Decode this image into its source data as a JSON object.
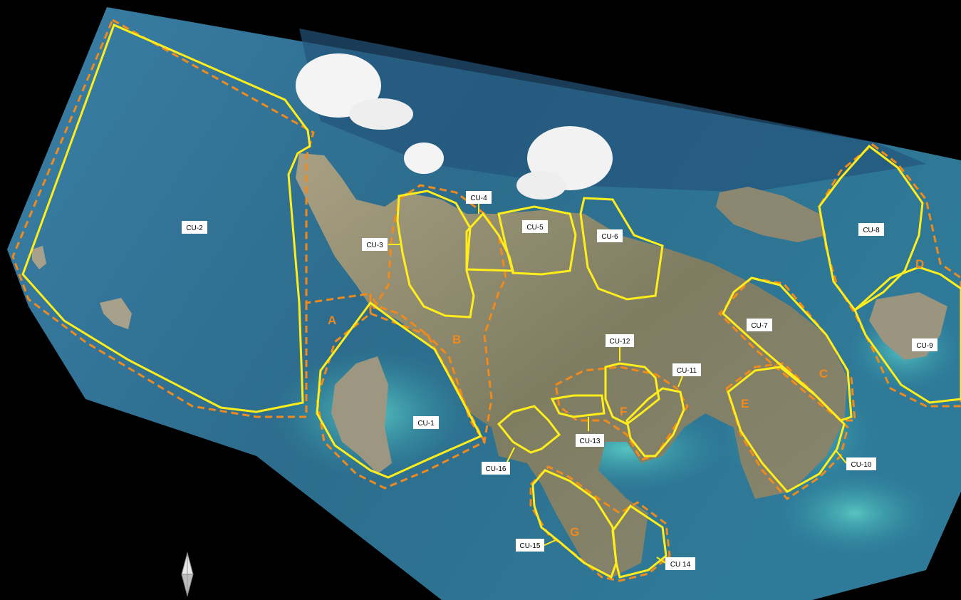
{
  "colors": {
    "background": "#000000",
    "sea_deep": "#2d6c8c",
    "sea_shallow": "#3aa3ac",
    "land": "#8f8a70",
    "cloud": "#f3f3f3",
    "cu_outline": "#ffee1a",
    "zone_outline": "#f08a1c",
    "label_box": "#ffffff",
    "label_text": "#000000"
  },
  "conservation_units": [
    {
      "id": "cu1",
      "label": "CU-1"
    },
    {
      "id": "cu2",
      "label": "CU-2"
    },
    {
      "id": "cu3",
      "label": "CU-3"
    },
    {
      "id": "cu4",
      "label": "CU-4"
    },
    {
      "id": "cu5",
      "label": "CU-5"
    },
    {
      "id": "cu6",
      "label": "CU-6"
    },
    {
      "id": "cu7",
      "label": "CU-7"
    },
    {
      "id": "cu8",
      "label": "CU-8"
    },
    {
      "id": "cu9",
      "label": "CU-9"
    },
    {
      "id": "cu10",
      "label": "CU-10"
    },
    {
      "id": "cu11",
      "label": "CU-11"
    },
    {
      "id": "cu12",
      "label": "CU-12"
    },
    {
      "id": "cu13",
      "label": "CU-13"
    },
    {
      "id": "cu14",
      "label": "CU 14"
    },
    {
      "id": "cu15",
      "label": "CU-15"
    },
    {
      "id": "cu16",
      "label": "CU-16"
    }
  ],
  "zones": [
    {
      "id": "A",
      "label": "A"
    },
    {
      "id": "B",
      "label": "B"
    },
    {
      "id": "C",
      "label": "C"
    },
    {
      "id": "D",
      "label": "D"
    },
    {
      "id": "E",
      "label": "E"
    },
    {
      "id": "F",
      "label": "F"
    },
    {
      "id": "G",
      "label": "G"
    }
  ],
  "north_arrow": {
    "icon": "north-arrow-icon"
  }
}
